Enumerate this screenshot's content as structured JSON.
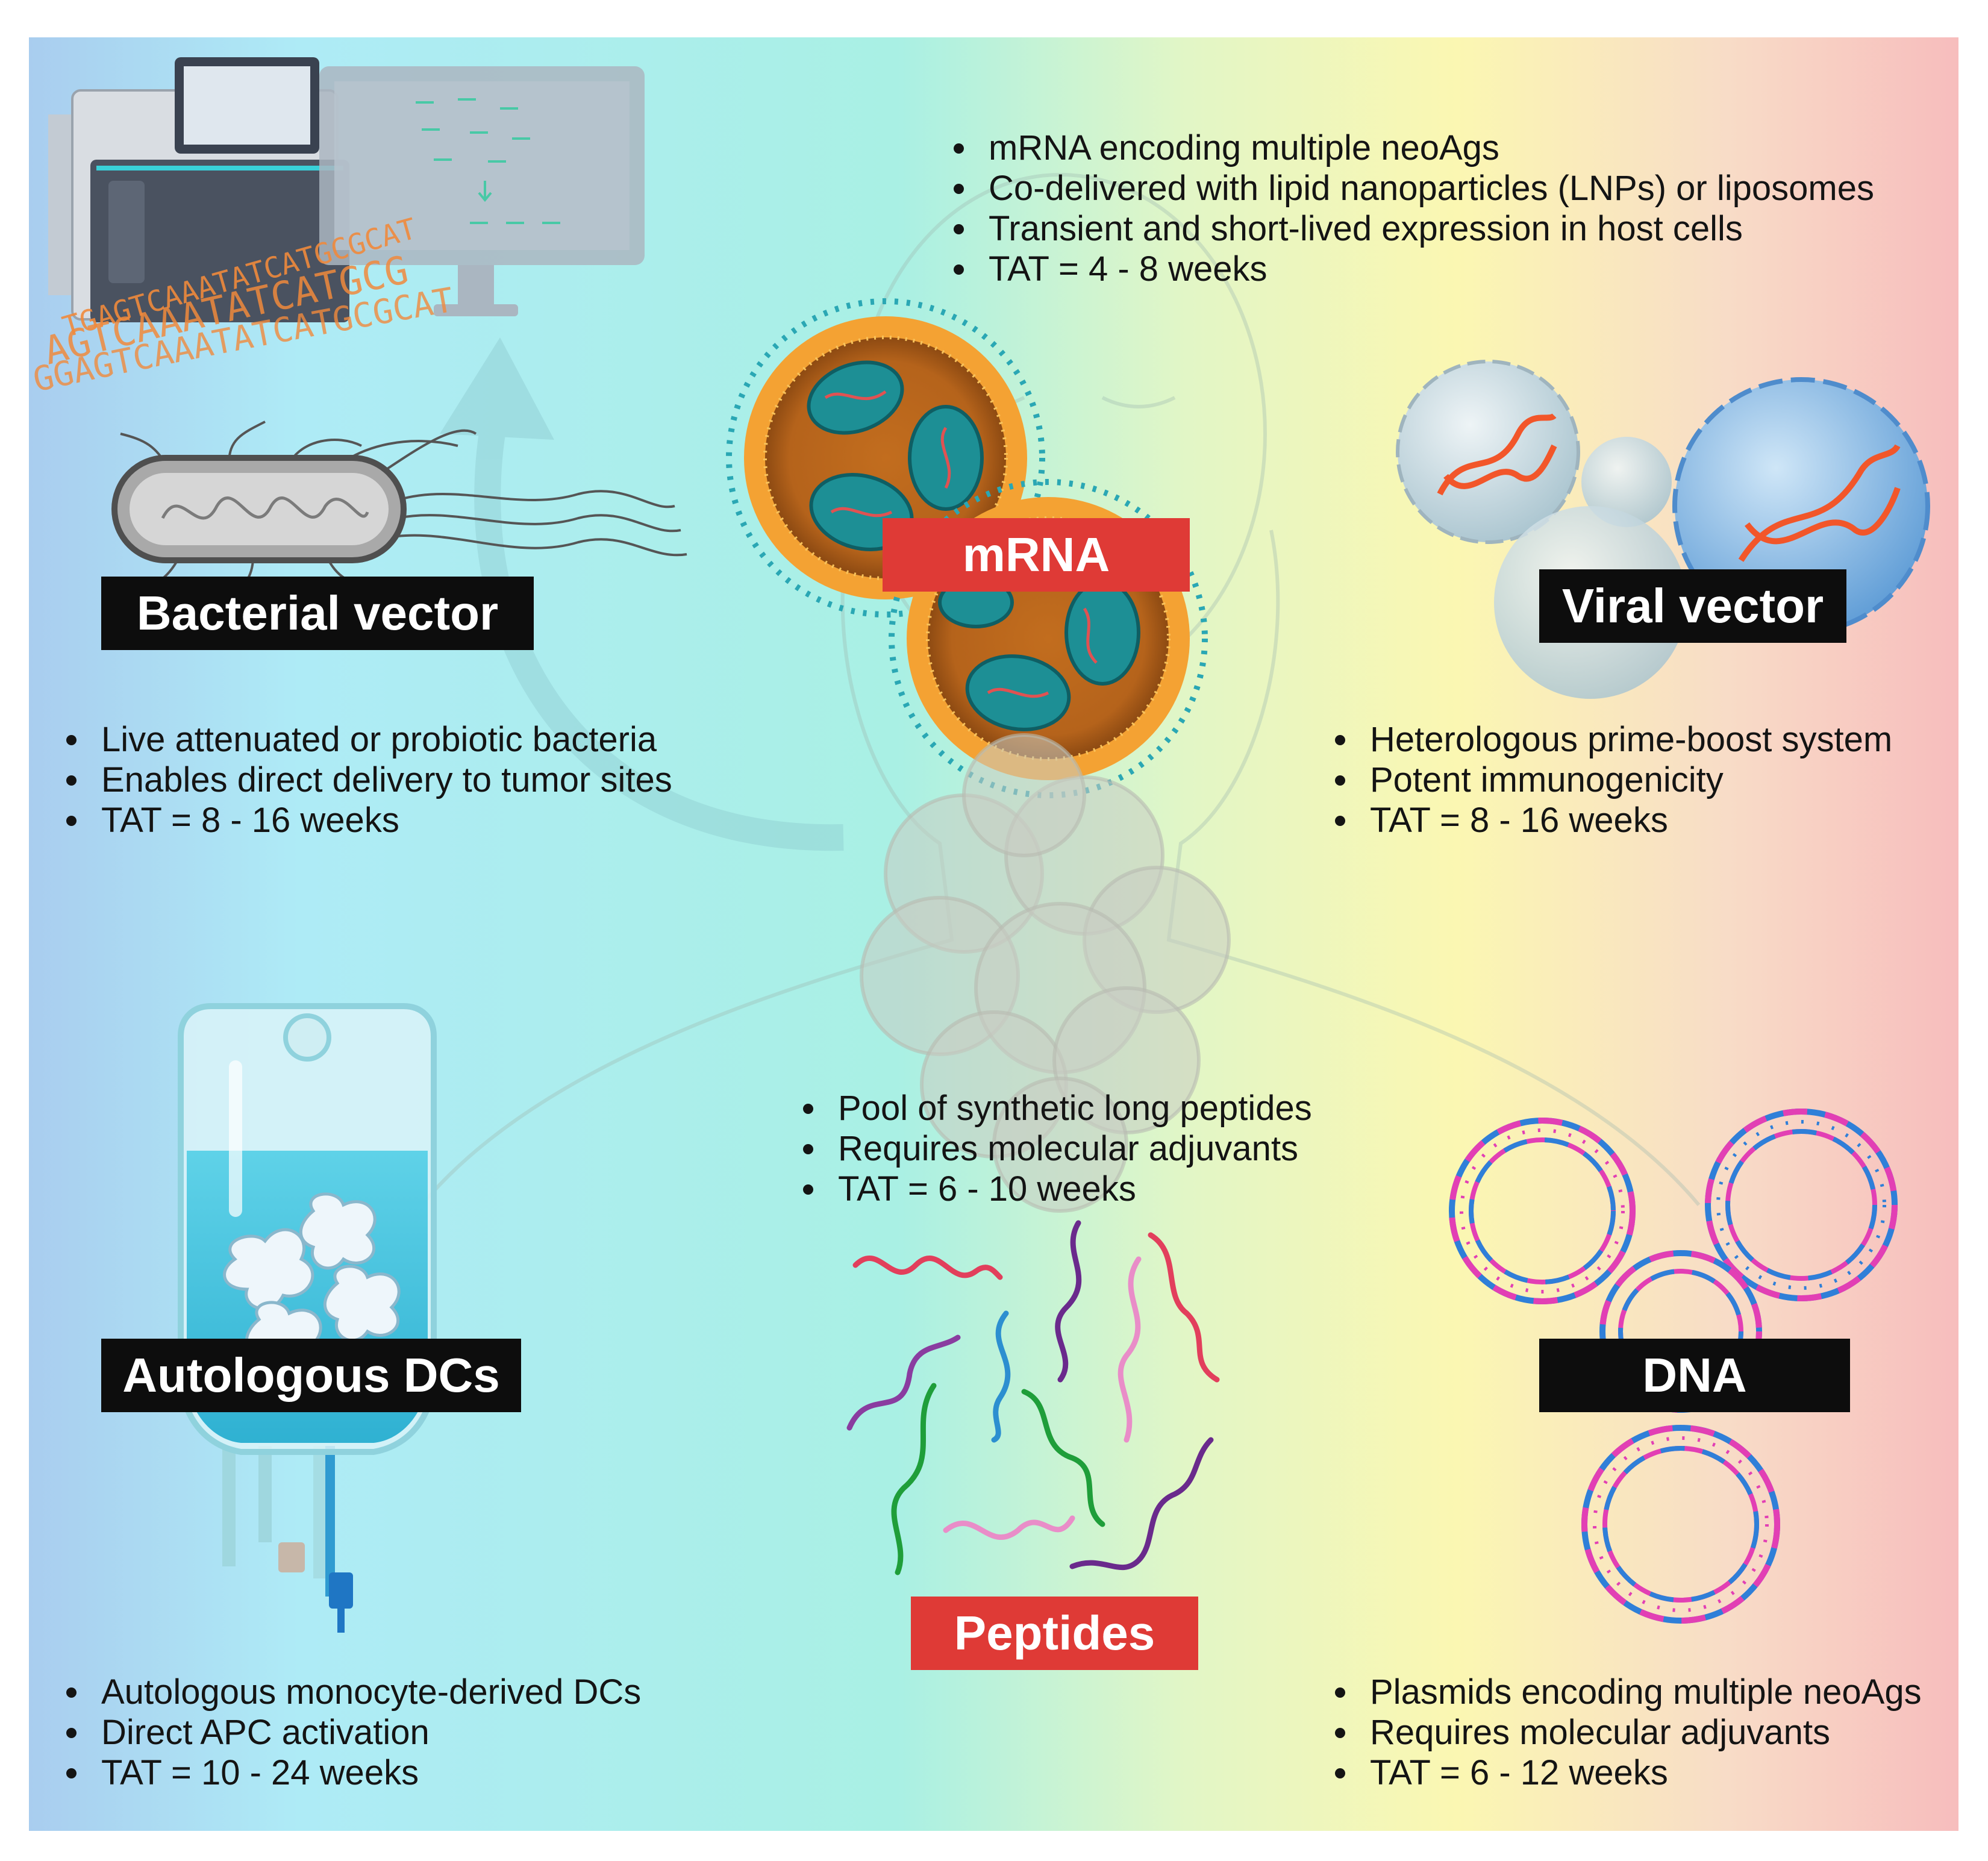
{
  "labels": {
    "bacterial_vector": "Bacterial vector",
    "mrna": "mRNA",
    "viral_vector": "Viral vector",
    "autologous_dcs": "Autologous DCs",
    "peptides": "Peptides",
    "dna": "DNA"
  },
  "sequence_text": {
    "line1": "TGAGTCAAATATCATGCGCAT",
    "line2": "AGTCAAATATCATGCG",
    "line3": "GGAGTCAAATATCATGCGCAT"
  },
  "bullets": {
    "mrna": [
      "mRNA encoding multiple neoAgs",
      "Co-delivered with lipid nanoparticles (LNPs) or liposomes",
      "Transient and short-lived expression in host cells",
      "TAT = 4 - 8 weeks"
    ],
    "bacterial_vector": [
      "Live attenuated or probiotic bacteria",
      "Enables direct delivery to tumor sites",
      "TAT = 8 - 16 weeks"
    ],
    "viral_vector": [
      "Heterologous prime-boost system",
      "Potent immunogenicity",
      "TAT = 8 - 16 weeks"
    ],
    "peptides": [
      "Pool of synthetic long peptides",
      "Requires molecular adjuvants",
      "TAT = 6 - 10 weeks"
    ],
    "autologous_dcs": [
      "Autologous monocyte-derived DCs",
      "Direct APC activation",
      "TAT = 10 - 24 weeks"
    ],
    "dna": [
      "Plasmids encoding multiple neoAgs",
      "Requires molecular adjuvants",
      "TAT = 6 - 12 weeks"
    ]
  },
  "colors": {
    "label_dark": "#0d0d0d",
    "label_red": "#df3a36",
    "sequence_orange": "#f08a3c",
    "dna_blue": "#2f7fd8",
    "dna_pink": "#e23fb4",
    "lnp_orange": "#f4a233",
    "lnp_teal": "#1f9fa5"
  }
}
